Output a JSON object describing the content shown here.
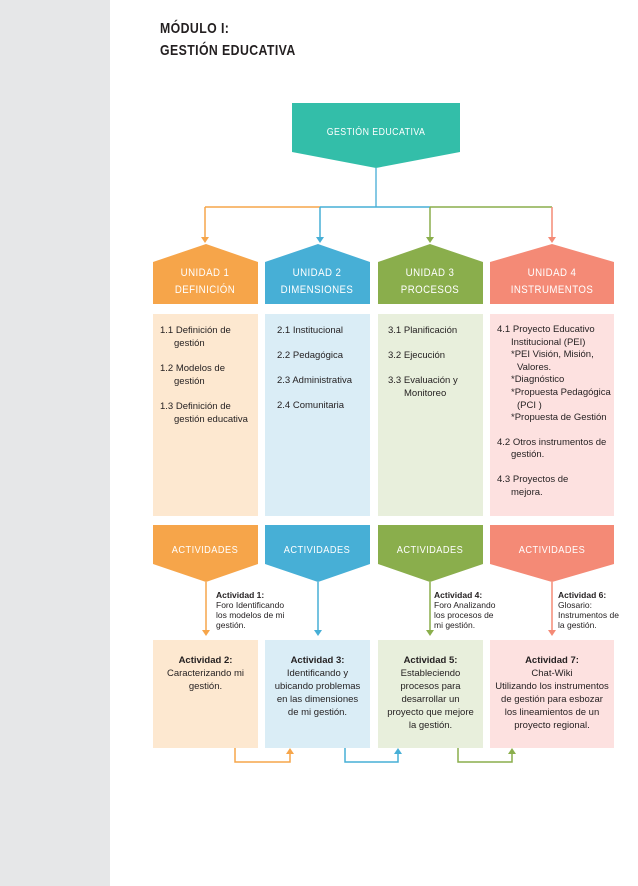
{
  "title": {
    "line1": "MÓDULO I:",
    "line2": "GESTIÓN EDUCATIVA"
  },
  "top_box": "GESTIÓN EDUCATIVA",
  "colors": {
    "orange": "#f6a54a",
    "blue": "#47afd6",
    "green": "#8aae4c",
    "salmon": "#f48a76",
    "teal": "#33bea9"
  },
  "units": [
    {
      "line1": "UNIDAD 1",
      "line2": "DEFINICIÓN",
      "items": [
        {
          "num": "1.1",
          "lines": [
            "Definición de",
            "gestión"
          ]
        },
        {
          "num": "1.2",
          "lines": [
            "Modelos de",
            "gestión"
          ]
        },
        {
          "num": "1.3",
          "lines": [
            "Definición de",
            "gestión educativa"
          ]
        }
      ]
    },
    {
      "line1": "UNIDAD 2",
      "line2": "DIMENSIONES",
      "items": [
        {
          "num": "2.1",
          "lines": [
            "Institucional"
          ]
        },
        {
          "num": "2.2",
          "lines": [
            "Pedagógica"
          ]
        },
        {
          "num": "2.3",
          "lines": [
            "Administrativa"
          ]
        },
        {
          "num": "2.4",
          "lines": [
            "Comunitaria"
          ]
        }
      ]
    },
    {
      "line1": "UNIDAD 3",
      "line2": "PROCESOS",
      "items": [
        {
          "num": "3.1",
          "lines": [
            "Planificación"
          ]
        },
        {
          "num": "3.2",
          "lines": [
            "Ejecución"
          ]
        },
        {
          "num": "3.3",
          "lines": [
            "Evaluación y",
            "Monitoreo"
          ]
        }
      ]
    },
    {
      "line1": "UNIDAD 4",
      "line2": "INSTRUMENTOS",
      "items": [
        {
          "num": "4.1",
          "lines": [
            "Proyecto Educativo",
            "Institucional (PEI)",
            "*PEI Visión, Misión,",
            "Valores.",
            "*Diagnóstico",
            "*Propuesta Pedagógica",
            "(PCI )",
            "*Propuesta de Gestión"
          ]
        },
        {
          "num": "4.2",
          "lines": [
            "Otros instrumentos de",
            "gestión."
          ]
        },
        {
          "num": "4.3",
          "lines": [
            "Proyectos de",
            "mejora."
          ]
        }
      ]
    }
  ],
  "activities_label": "ACTIVIDADES",
  "notes": [
    {
      "title": "Actividad 1:",
      "lines": [
        "Foro Identificando",
        "los modelos de mi",
        "gestión."
      ]
    },
    {
      "title": "Actividad 4:",
      "lines": [
        "Foro Analizando",
        "los procesos de",
        "mi gestión."
      ]
    },
    {
      "title": "Actividad 6:",
      "lines": [
        "Glosario:",
        "Instrumentos de",
        "la gestión."
      ]
    }
  ],
  "bottom": [
    {
      "title": "Actividad 2:",
      "lines": [
        "Caracterizando mi",
        "gestión."
      ]
    },
    {
      "title": "Actividad 3:",
      "lines": [
        "Identificando y",
        "ubicando problemas",
        "en las dimensiones",
        "de mi gestión."
      ]
    },
    {
      "title": "Actividad 5:",
      "lines": [
        "Estableciendo",
        "procesos para",
        "desarrollar un",
        "proyecto que mejore",
        "la gestión."
      ]
    },
    {
      "title": "Actividad 7:",
      "lines": [
        "Chat-Wiki",
        "Utilizando los instrumentos",
        "de gestión para esbozar",
        "los lineamientos de un",
        "proyecto regional."
      ]
    }
  ]
}
